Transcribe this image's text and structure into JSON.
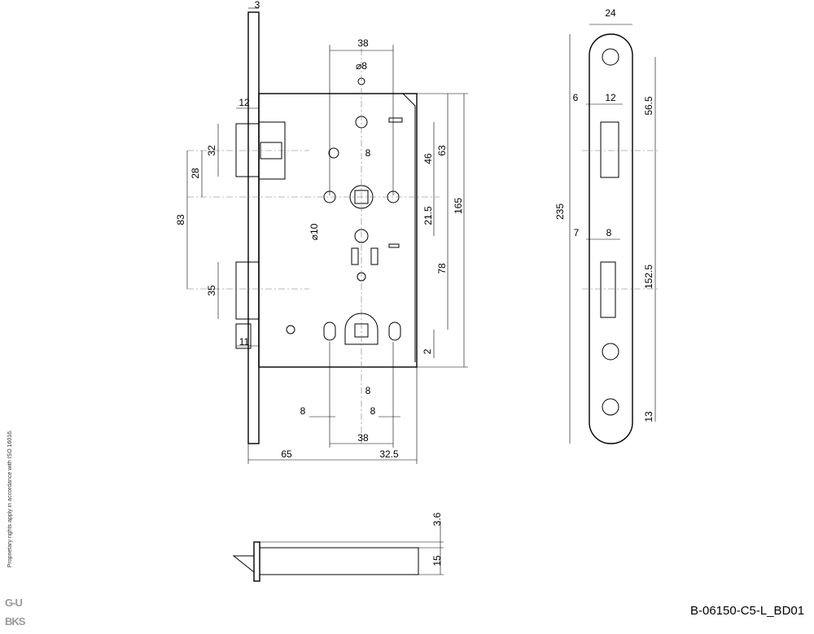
{
  "dimensions": {
    "faceplate_thickness": "3",
    "top_width": "38",
    "top_hole_dia": "⌀8",
    "latch_offset": "12",
    "spindle_square": "8",
    "latch_height": "32",
    "latch_to_spindle": "28",
    "spindle_from_top_46": "46",
    "spindle_from_top_63": "63",
    "case_height": "165",
    "latch_to_bolt": "83",
    "spindle_offset": "21.5",
    "hole_dia": "⌀10",
    "spindle_to_cylinder": "78",
    "bolt_height": "35",
    "cylinder_offset": "2",
    "bolt_offset": "11",
    "cylinder_square": "8",
    "left_hole_width": "8",
    "right_hole_width": "8",
    "bottom_width": "38",
    "backset": "65",
    "half_case": "32.5",
    "strike_width": "24",
    "strike_latch_left": "6",
    "strike_latch_width": "12",
    "strike_top": "56.5",
    "strike_length": "235",
    "strike_bolt_left": "7",
    "strike_bolt_width": "8",
    "strike_bolt_offset": "152.5",
    "strike_bottom": "13",
    "side_flange": "3.6",
    "side_thickness": "15"
  },
  "drawing_code": "B-06150-C5-L_BD01",
  "proprietary_note": "Proprietary rights apply in accordance with ISO 16016.",
  "logos": {
    "top": "G-U",
    "bottom": "BKS"
  }
}
